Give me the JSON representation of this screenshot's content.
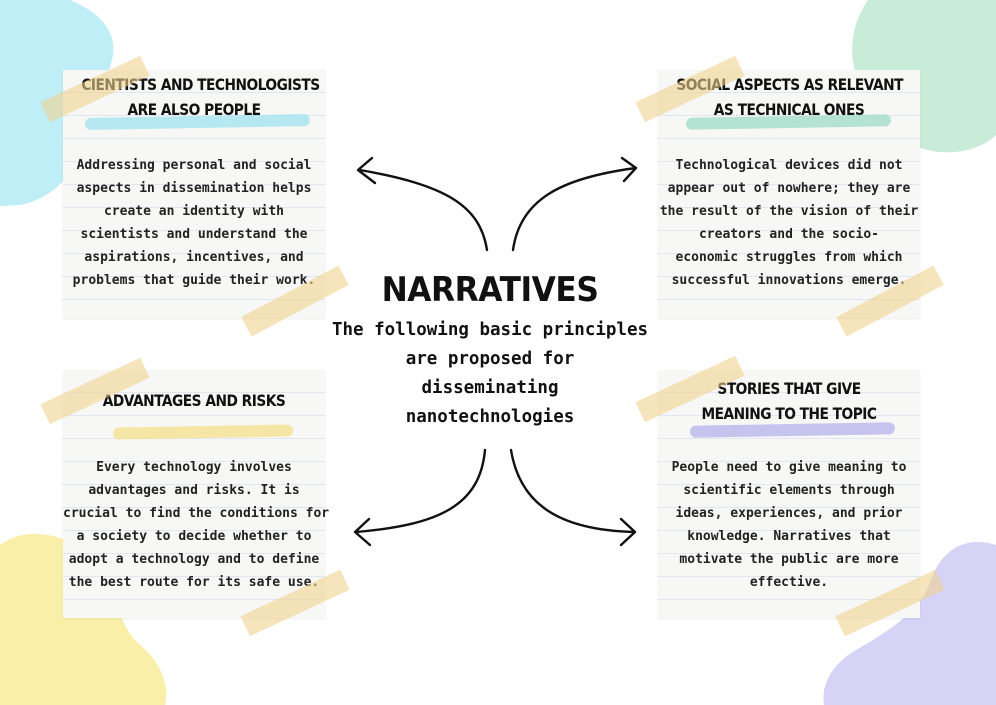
{
  "center": {
    "title": "NARRATIVES",
    "subtitle_lines": [
      "The following basic principles",
      "are proposed for",
      "disseminating",
      "nanotechnologies"
    ]
  },
  "cards": [
    {
      "title_lines": [
        "CIENTISTS AND TECHNOLOGISTS",
        "ARE ALSO PEOPLE"
      ],
      "body_lines": [
        "Addressing personal and social",
        "aspects in dissemination helps",
        "create an identity with",
        "scientists and understand the",
        "aspirations, incentives, and",
        "problems that guide their work."
      ],
      "highlight_color": "#9fe3ef"
    },
    {
      "title_lines": [
        "SOCIAL ASPECTS AS RELEVANT",
        "AS TECHNICAL ONES"
      ],
      "body_lines": [
        "Technological devices did not",
        "appear out of nowhere; they are",
        "the result of the vision of their",
        "creators and the socio-",
        "economic struggles from which",
        "successful innovations emerge."
      ],
      "highlight_color": "#9edcc8"
    },
    {
      "title_lines": [
        "ADVANTAGES AND RISKS"
      ],
      "body_lines": [
        "Every technology involves",
        "advantages and risks. It is",
        "crucial to find the conditions for",
        "a society to decide whether to",
        "adopt a technology and to define",
        "the best route for its safe use."
      ],
      "highlight_color": "#f6e08a"
    },
    {
      "title_lines": [
        "STORIES THAT GIVE",
        "MEANING TO THE TOPIC"
      ],
      "body_lines": [
        "People need to give meaning to",
        "scientific elements through",
        "ideas, experiences, and prior",
        "knowledge. Narratives that",
        "motivate the public are more",
        "effective."
      ],
      "highlight_color": "#b6b2ec"
    }
  ],
  "colors": {
    "blob_cyan": "#bfeef6",
    "blob_green": "#c9ecd9",
    "blob_yellow": "#faefa8",
    "blob_purple": "#d6d3f6",
    "tape": "#f0d08c",
    "arrow": "#111111"
  }
}
